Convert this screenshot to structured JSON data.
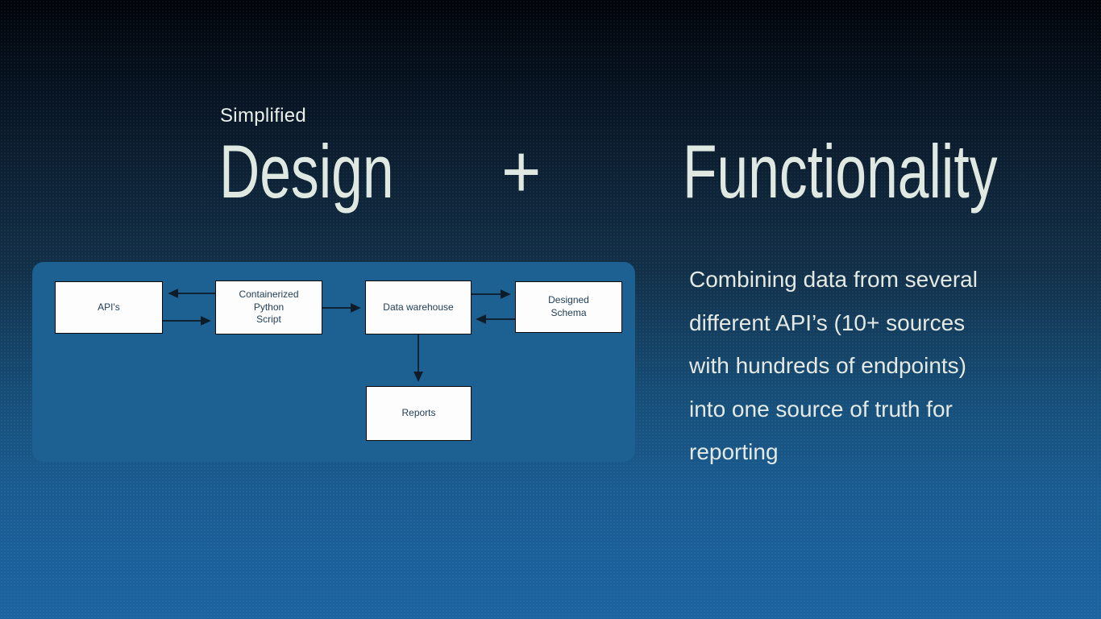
{
  "slide": {
    "eyebrow": "Simplified",
    "title_left": "Design",
    "title_plus": "+",
    "title_right": "Functionality",
    "description": "Combining data from several\ndifferent API’s (10+ sources\nwith hundreds of endpoints)\ninto one source of truth for\nreporting"
  },
  "diagram": {
    "nodes": [
      {
        "id": "apis",
        "label": "API's"
      },
      {
        "id": "containerized-python-script",
        "label": "Containerized\nPython\nScript"
      },
      {
        "id": "data-warehouse",
        "label": "Data warehouse"
      },
      {
        "id": "designed-schema",
        "label": "Designed\nSchema"
      },
      {
        "id": "reports",
        "label": "Reports"
      }
    ],
    "edges": [
      {
        "from": "containerized-python-script",
        "to": "apis"
      },
      {
        "from": "apis",
        "to": "containerized-python-script"
      },
      {
        "from": "containerized-python-script",
        "to": "data-warehouse"
      },
      {
        "from": "data-warehouse",
        "to": "designed-schema"
      },
      {
        "from": "designed-schema",
        "to": "data-warehouse"
      },
      {
        "from": "data-warehouse",
        "to": "reports"
      }
    ]
  },
  "colors": {
    "background_top": "#010409",
    "background_bottom": "#1c63a0",
    "panel_blue": "#1d6092",
    "node_fill": "#fdfdfd",
    "node_border": "#0b0b0b",
    "node_text": "#1e3c55",
    "title_text": "#e0e9e1",
    "description_text": "#e4e9e3",
    "arrow_color": "#0d1c28"
  }
}
